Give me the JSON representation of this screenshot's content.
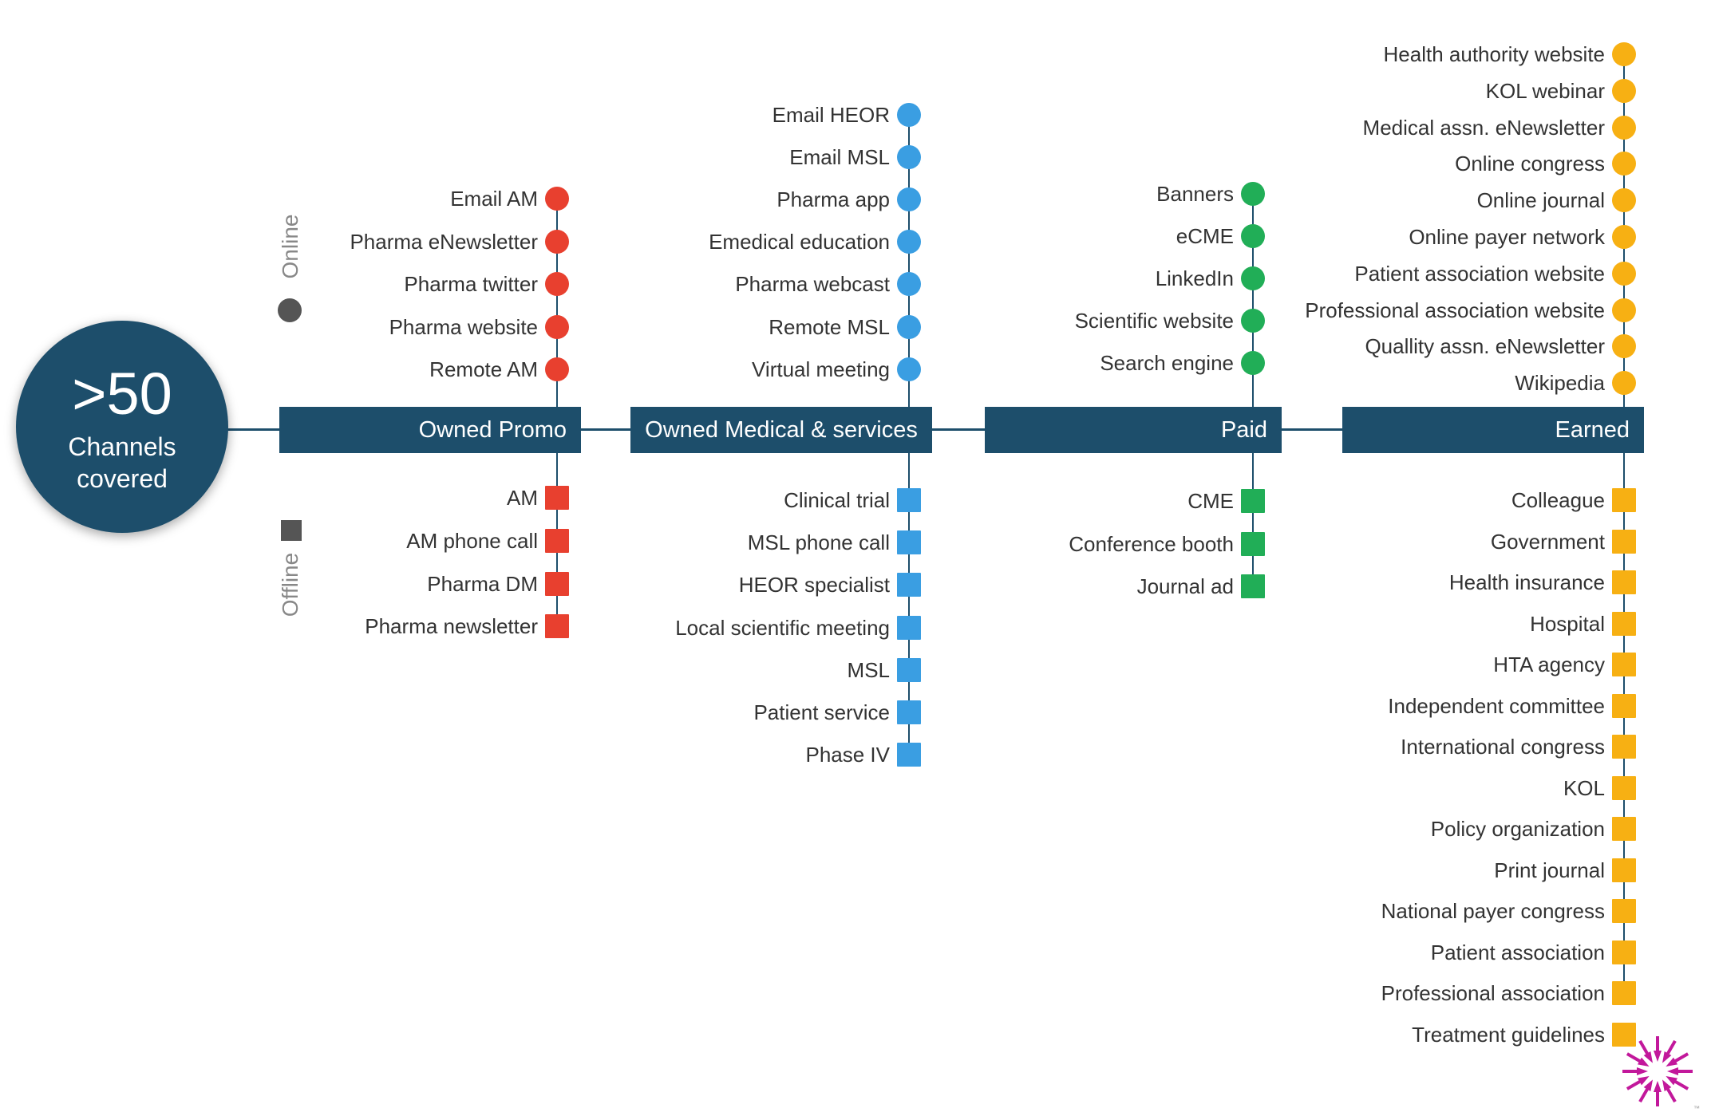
{
  "hub": {
    "big": ">50",
    "line1": "Channels",
    "line2": "covered"
  },
  "legend": {
    "online": "Online",
    "offline": "Offline"
  },
  "colors": {
    "bar": "#1d4e6b",
    "promo": "#e8402f",
    "medical": "#3a9ee2",
    "paid": "#21ae57",
    "earned": "#f7b013",
    "legend": "#555555"
  },
  "categories": {
    "promo": {
      "label": "Owned Promo",
      "online": [
        "Email AM",
        "Pharma eNewsletter",
        "Pharma twitter",
        "Pharma website",
        "Remote AM"
      ],
      "offline": [
        "AM",
        "AM phone call",
        "Pharma DM",
        "Pharma newsletter"
      ]
    },
    "medical": {
      "label": "Owned Medical & services",
      "online": [
        "Email HEOR",
        "Email MSL",
        "Pharma app",
        "Emedical education",
        "Pharma webcast",
        "Remote MSL",
        "Virtual meeting"
      ],
      "offline": [
        "Clinical trial",
        "MSL phone call",
        "HEOR specialist",
        "Local scientific meeting",
        "MSL",
        "Patient service",
        "Phase IV"
      ]
    },
    "paid": {
      "label": "Paid",
      "online": [
        "Banners",
        "eCME",
        "LinkedIn",
        "Scientific website",
        "Search engine"
      ],
      "offline": [
        "CME",
        "Conference booth",
        "Journal ad"
      ]
    },
    "earned": {
      "label": "Earned",
      "online": [
        "Health authority website",
        "KOL webinar",
        "Medical assn. eNewsletter",
        "Online congress",
        "Online journal",
        "Online payer network",
        "Patient association website",
        "Professional association website",
        "Quallity assn. eNewsletter",
        "Wikipedia"
      ],
      "offline": [
        "Colleague",
        "Government",
        "Health insurance",
        "Hospital",
        "HTA agency",
        "Independent committee",
        "International congress",
        "KOL",
        "Policy organization",
        "Print journal",
        "National payer congress",
        "Patient association",
        "Professional association",
        "Treatment guidelines"
      ]
    }
  }
}
